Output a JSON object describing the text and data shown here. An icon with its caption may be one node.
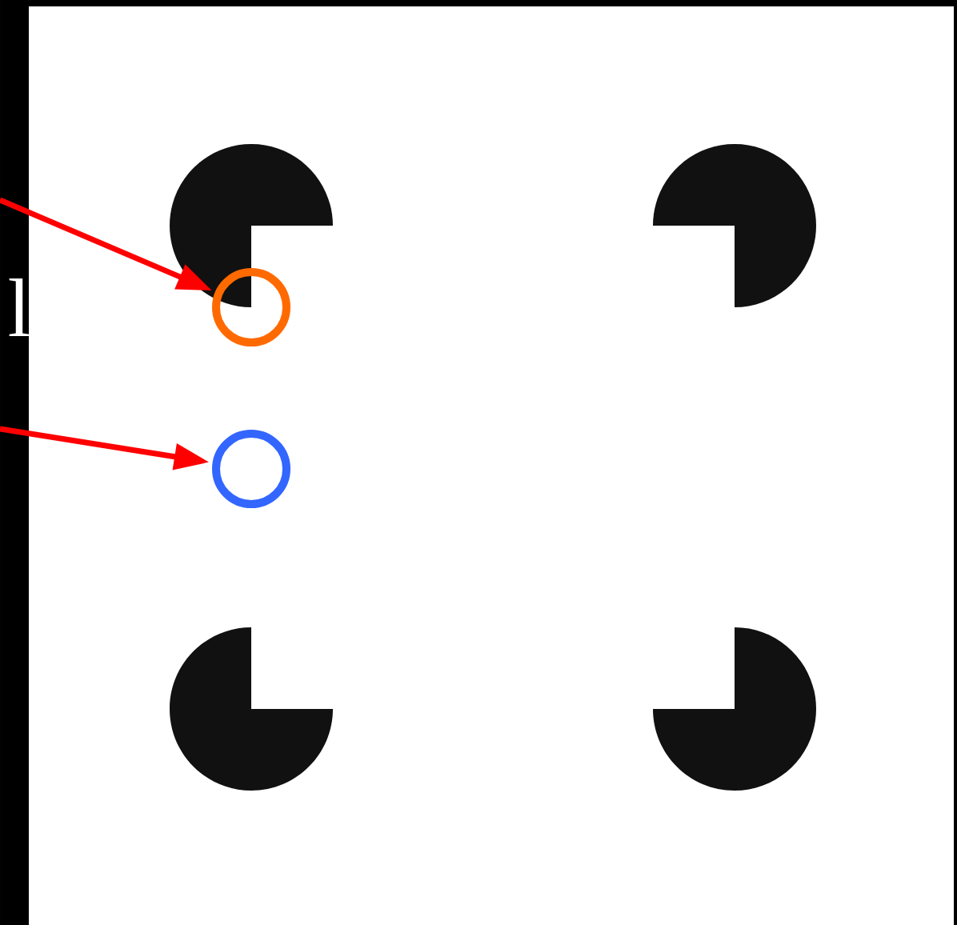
{
  "diagram": {
    "nodes": [
      {
        "text": [],
        "shape": "circle"
      },
      {
        "text": [],
        "shape": "circle"
      }
    ],
    "edges": [
      {
        "from": null,
        "to": 0,
        "arrow": "to"
      },
      {
        "from": null,
        "to": 1,
        "arrow": "to"
      }
    ],
    "labels": [
      "l"
    ]
  }
}
